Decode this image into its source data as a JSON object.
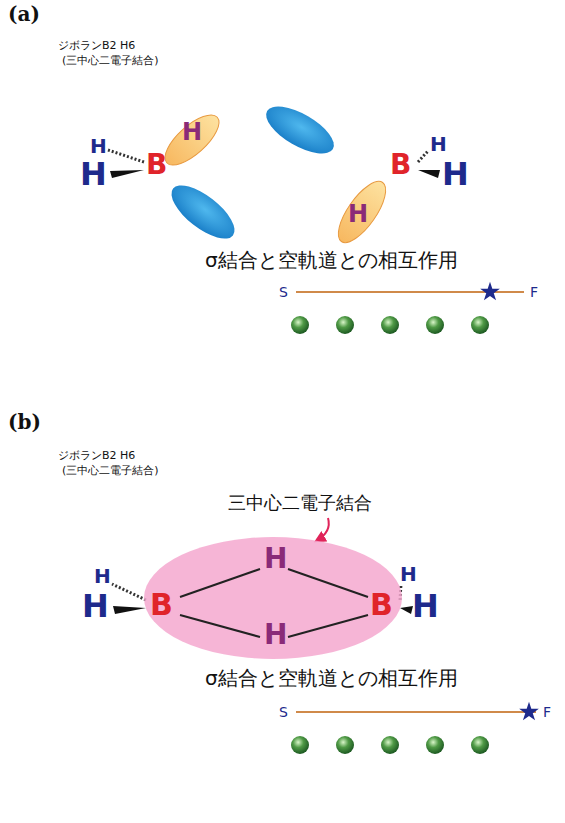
{
  "diagram": {
    "nodes": [
      {
        "text": [
          "B",
          "H",
          "H",
          "B"
        ]
      }
    ],
    "labels": [
      "(a)",
      "ジボランB2 H6",
      "(三中心二電子結合)",
      "H",
      "H",
      "B",
      "H",
      "B",
      "H",
      "H",
      "H",
      "σ結合と空軌道との相互作用",
      "S",
      "F",
      "(b)",
      "ジボランB2 H6",
      "(三中心二電子結合)",
      "三中心二電子結合",
      "H",
      "H",
      "H",
      "H",
      "σ結合と空軌道との相互作用",
      "S",
      "F"
    ]
  }
}
